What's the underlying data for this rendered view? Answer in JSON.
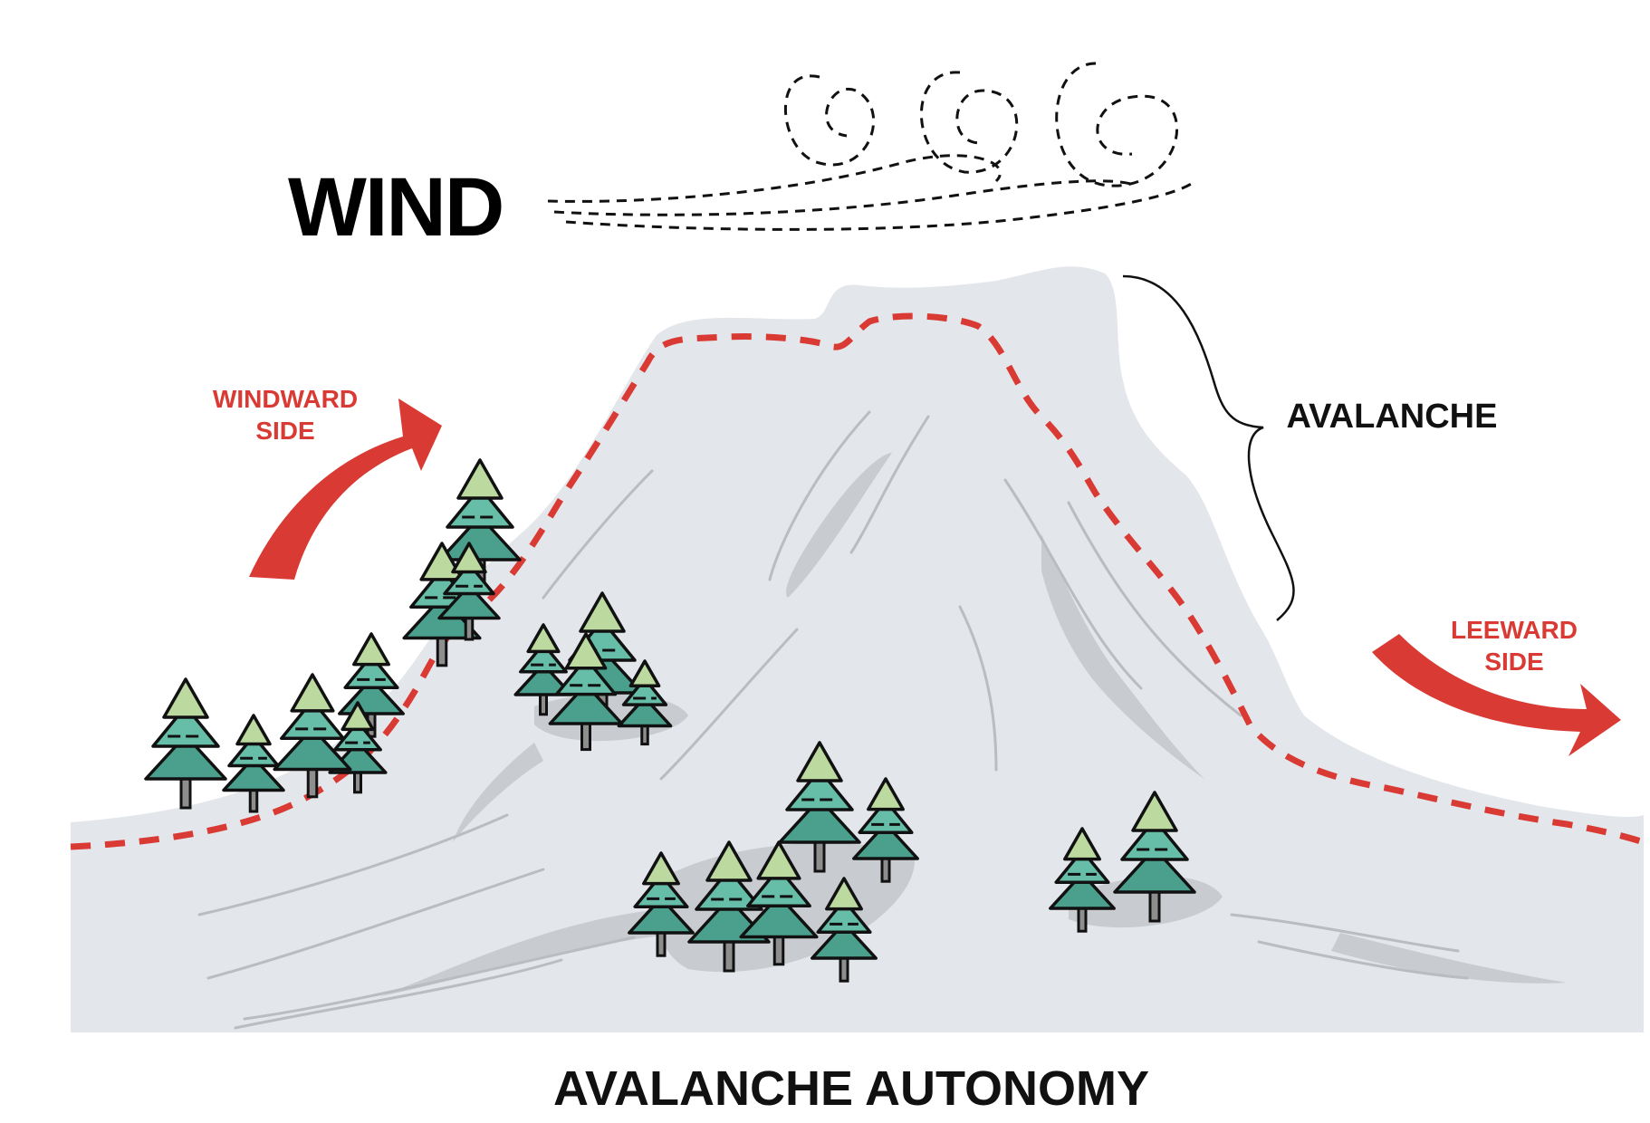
{
  "labels": {
    "wind": "WIND",
    "windward_line1": "WINDWARD",
    "windward_line2": "SIDE",
    "leeward_line1": "LEEWARD",
    "leeward_line2": "SIDE",
    "avalanche": "AVALANCHE",
    "title": "AVALANCHE AUTONOMY"
  },
  "colors": {
    "snow": "#e3e6ea",
    "snow_shadow": "#c8cbcf",
    "snow_streak": "#b9bcc0",
    "accent_red": "#d93a33",
    "tree_light": "#bcd9a0",
    "tree_mid": "#66bea9",
    "tree_dark": "#4aa08c",
    "trunk": "#8e8e8e",
    "outline": "#111111"
  }
}
